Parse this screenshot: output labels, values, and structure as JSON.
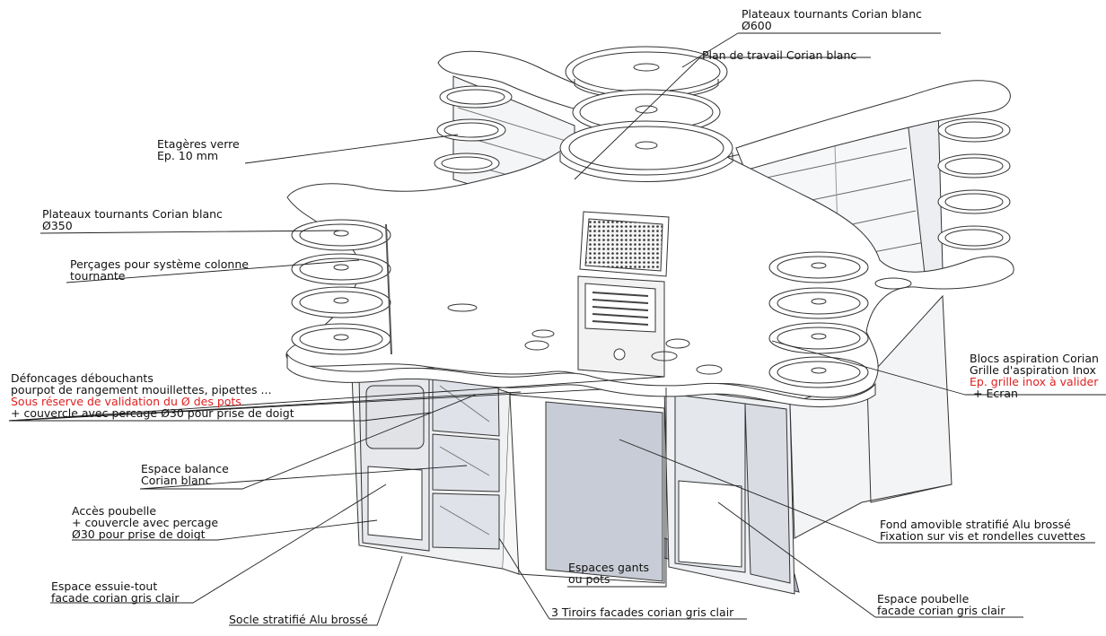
{
  "colors": {
    "line": "#333333",
    "corian": "#ffffff",
    "panel_gray": "#c8ccd4",
    "alu_brushed": "#aab0c4",
    "dark": "#555555",
    "red_text": "#e02020"
  },
  "labels": {
    "plateaux_600": {
      "line1": "Plateaux tournants Corian blanc",
      "line2": "Ø600"
    },
    "plan_travail": {
      "line1": "Plan de travail Corian blanc"
    },
    "etageres": {
      "line1": "Etagères verre",
      "line2": "Ep. 10 mm"
    },
    "plateaux_350": {
      "line1": "Plateaux tournants Corian blanc",
      "line2": "Ø350"
    },
    "percages": {
      "line1": "Perçages pour système colonne",
      "line2": "tournante"
    },
    "defoncages": {
      "line1": "Défoncages  débouchants",
      "line2": "pourpot de rangement mouillettes, pipettes ...",
      "line3_red": "Sous réserve de validation du Ø des pots",
      "line4": "+ couvercle avec percage Ø30 pour prise de doigt"
    },
    "blocs_aspiration": {
      "line1": "Blocs aspiration Corian",
      "line2": "Grille d'aspiration Inox",
      "line3_red": "Ep. grille inox à valider",
      "line4": "+ Ecran"
    },
    "espace_balance": {
      "line1": "Espace balance",
      "line2": "Corian blanc"
    },
    "acces_poubelle": {
      "line1": "Accès poubelle",
      "line2": "+ couvercle avec percage",
      "line3": "Ø30 pour prise de doigt"
    },
    "fond_amovible": {
      "line1": "Fond amovible stratifié Alu brossé",
      "line2": "Fixation sur vis et rondelles cuvettes"
    },
    "espaces_gants": {
      "line1": "Espaces gants",
      "line2": "ou pots"
    },
    "espace_essuie": {
      "line1": "Espace essuie-tout",
      "line2": "facade corian gris clair"
    },
    "espace_poubelle": {
      "line1": "Espace poubelle",
      "line2": "facade corian gris clair"
    },
    "socle": {
      "line1": "Socle stratifié Alu brossé"
    },
    "tiroirs": {
      "line1": "3 Tiroirs facades corian gris clair"
    }
  }
}
